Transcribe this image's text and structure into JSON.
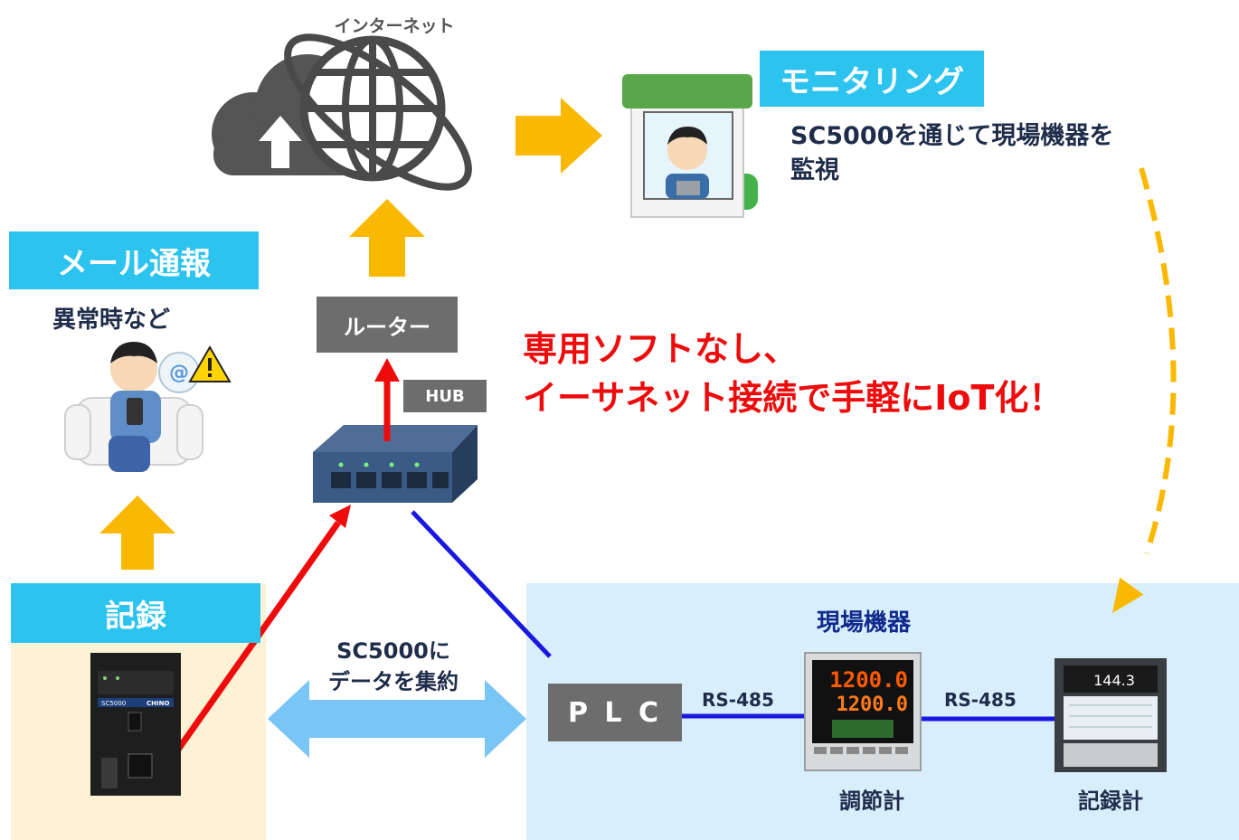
{
  "internet_label": "インターネット",
  "monitoring": {
    "title": "モニタリング",
    "description_line1": "SC5000を通じて現場機器を",
    "description_line2": "監視"
  },
  "mail": {
    "title": "メール通報",
    "subtitle": "異常時など"
  },
  "router_label": "ルーター",
  "hub_label": "HUB",
  "headline": {
    "line1": "専用ソフトなし、",
    "line2": "イーサネット接続で手軽にIoT化！"
  },
  "recording": {
    "title": "記録",
    "device_brand": "SC5000",
    "device_maker": "CHINO"
  },
  "aggregate": {
    "line1": "SC5000に",
    "line2": "データを集約"
  },
  "field": {
    "title": "現場機器",
    "plc_label": "P L C",
    "rs485_left": "RS-485",
    "rs485_right": "RS-485",
    "controller_label": "調節計",
    "controller_pv": "1200.0",
    "controller_sv": "1200.0",
    "recorder_label": "記録計",
    "recorder_value": "144.3"
  },
  "colors": {
    "accent_cyan": "#2cc3ef",
    "arrow_yellow": "#fbb800",
    "headline_red": "#ee0b0b",
    "ethernet_red": "#ee0b0b",
    "link_blue": "#1818e0",
    "aggregate_arrow": "#79c5f5",
    "field_panel": "#d8eefb",
    "record_panel": "#fdf2d5"
  }
}
